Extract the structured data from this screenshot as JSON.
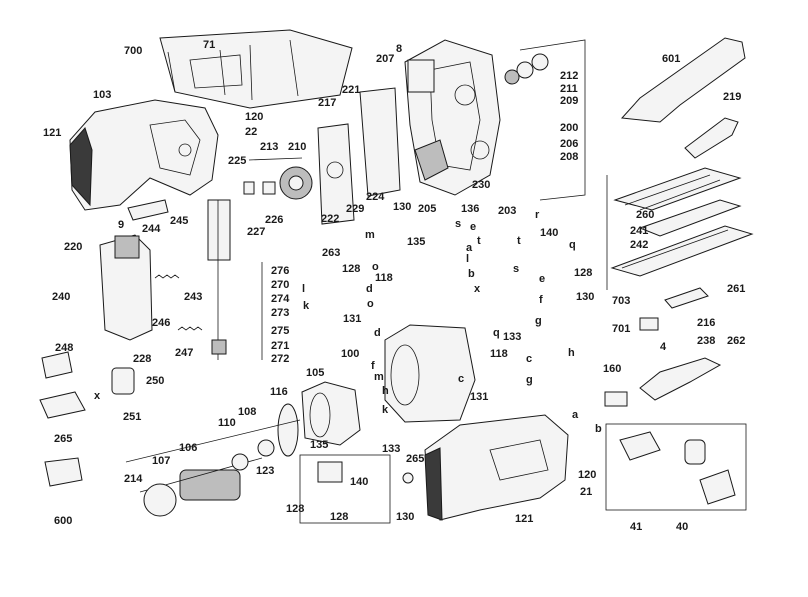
{
  "labels": [
    {
      "id": "700",
      "text": "700"
    },
    {
      "id": "71",
      "text": "71"
    },
    {
      "id": "8",
      "text": "8"
    },
    {
      "id": "207",
      "text": "207"
    },
    {
      "id": "212",
      "text": "212"
    },
    {
      "id": "211",
      "text": "211"
    },
    {
      "id": "209",
      "text": "209"
    },
    {
      "id": "601",
      "text": "601"
    },
    {
      "id": "219",
      "text": "219"
    },
    {
      "id": "103",
      "text": "103"
    },
    {
      "id": "221",
      "text": "221"
    },
    {
      "id": "217",
      "text": "217"
    },
    {
      "id": "120a",
      "text": "120"
    },
    {
      "id": "22",
      "text": "22"
    },
    {
      "id": "121a",
      "text": "121"
    },
    {
      "id": "200",
      "text": "200"
    },
    {
      "id": "206",
      "text": "206"
    },
    {
      "id": "208",
      "text": "208"
    },
    {
      "id": "213",
      "text": "213"
    },
    {
      "id": "210",
      "text": "210"
    },
    {
      "id": "225",
      "text": "225"
    },
    {
      "id": "230",
      "text": "230"
    },
    {
      "id": "260",
      "text": "260"
    },
    {
      "id": "241",
      "text": "241"
    },
    {
      "id": "242",
      "text": "242"
    },
    {
      "id": "9",
      "text": "9"
    },
    {
      "id": "226",
      "text": "226"
    },
    {
      "id": "227",
      "text": "227"
    },
    {
      "id": "222",
      "text": "222"
    },
    {
      "id": "229",
      "text": "229"
    },
    {
      "id": "224",
      "text": "224"
    },
    {
      "id": "205",
      "text": "205"
    },
    {
      "id": "203",
      "text": "203"
    },
    {
      "id": "244",
      "text": "244"
    },
    {
      "id": "245",
      "text": "245"
    },
    {
      "id": "130a",
      "text": "130"
    },
    {
      "id": "136",
      "text": "136"
    },
    {
      "id": "s1",
      "text": "s"
    },
    {
      "id": "e1",
      "text": "e"
    },
    {
      "id": "r1",
      "text": "r"
    },
    {
      "id": "220",
      "text": "220"
    },
    {
      "id": "m1",
      "text": "m"
    },
    {
      "id": "135a",
      "text": "135"
    },
    {
      "id": "t1",
      "text": "t"
    },
    {
      "id": "a1",
      "text": "a"
    },
    {
      "id": "140a",
      "text": "140"
    },
    {
      "id": "t2",
      "text": "t"
    },
    {
      "id": "q1",
      "text": "q"
    },
    {
      "id": "263",
      "text": "263"
    },
    {
      "id": "l1",
      "text": "l"
    },
    {
      "id": "276",
      "text": "276"
    },
    {
      "id": "128a",
      "text": "128"
    },
    {
      "id": "b1",
      "text": "b"
    },
    {
      "id": "s2",
      "text": "s"
    },
    {
      "id": "e2",
      "text": "e"
    },
    {
      "id": "128b",
      "text": "128"
    },
    {
      "id": "240",
      "text": "240"
    },
    {
      "id": "270",
      "text": "270"
    },
    {
      "id": "o1",
      "text": "o"
    },
    {
      "id": "118a",
      "text": "118"
    },
    {
      "id": "243",
      "text": "243"
    },
    {
      "id": "274",
      "text": "274"
    },
    {
      "id": "l2",
      "text": "l"
    },
    {
      "id": "d1",
      "text": "d"
    },
    {
      "id": "x1",
      "text": "x"
    },
    {
      "id": "f1",
      "text": "f"
    },
    {
      "id": "130b",
      "text": "130"
    },
    {
      "id": "703",
      "text": "703"
    },
    {
      "id": "261",
      "text": "261"
    },
    {
      "id": "273",
      "text": "273"
    },
    {
      "id": "k1",
      "text": "k"
    },
    {
      "id": "o2",
      "text": "o"
    },
    {
      "id": "246",
      "text": "246"
    },
    {
      "id": "131a",
      "text": "131"
    },
    {
      "id": "g1",
      "text": "g"
    },
    {
      "id": "133a",
      "text": "133"
    },
    {
      "id": "216",
      "text": "216"
    },
    {
      "id": "701",
      "text": "701"
    },
    {
      "id": "262",
      "text": "262"
    },
    {
      "id": "275",
      "text": "275"
    },
    {
      "id": "q2",
      "text": "q"
    },
    {
      "id": "248",
      "text": "248"
    },
    {
      "id": "247",
      "text": "247"
    },
    {
      "id": "d2",
      "text": "d"
    },
    {
      "id": "238",
      "text": "238"
    },
    {
      "id": "271",
      "text": "271"
    },
    {
      "id": "272",
      "text": "272"
    },
    {
      "id": "100",
      "text": "100"
    },
    {
      "id": "228",
      "text": "228"
    },
    {
      "id": "h1",
      "text": "h"
    },
    {
      "id": "4",
      "text": "4"
    },
    {
      "id": "118b",
      "text": "118"
    },
    {
      "id": "c1",
      "text": "c"
    },
    {
      "id": "f2",
      "text": "f"
    },
    {
      "id": "m2",
      "text": "m"
    },
    {
      "id": "250",
      "text": "250"
    },
    {
      "id": "105",
      "text": "105"
    },
    {
      "id": "160",
      "text": "160"
    },
    {
      "id": "g2",
      "text": "g"
    },
    {
      "id": "c2",
      "text": "c"
    },
    {
      "id": "x2",
      "text": "x"
    },
    {
      "id": "116",
      "text": "116"
    },
    {
      "id": "h2",
      "text": "h"
    },
    {
      "id": "131b",
      "text": "131"
    },
    {
      "id": "265a",
      "text": "265"
    },
    {
      "id": "251",
      "text": "251"
    },
    {
      "id": "108",
      "text": "108"
    },
    {
      "id": "k2",
      "text": "k"
    },
    {
      "id": "110",
      "text": "110"
    },
    {
      "id": "a2",
      "text": "a"
    },
    {
      "id": "b2",
      "text": "b"
    },
    {
      "id": "106",
      "text": "106"
    },
    {
      "id": "135b",
      "text": "135"
    },
    {
      "id": "133b",
      "text": "133"
    },
    {
      "id": "107",
      "text": "107"
    },
    {
      "id": "123",
      "text": "123"
    },
    {
      "id": "265b",
      "text": "265"
    },
    {
      "id": "120b",
      "text": "120"
    },
    {
      "id": "214",
      "text": "214"
    },
    {
      "id": "140b",
      "text": "140"
    },
    {
      "id": "21",
      "text": "21"
    },
    {
      "id": "600",
      "text": "600"
    },
    {
      "id": "128c",
      "text": "128"
    },
    {
      "id": "128d",
      "text": "128"
    },
    {
      "id": "130c",
      "text": "130"
    },
    {
      "id": "121b",
      "text": "121"
    },
    {
      "id": "41",
      "text": "41"
    },
    {
      "id": "40",
      "text": "40"
    }
  ]
}
